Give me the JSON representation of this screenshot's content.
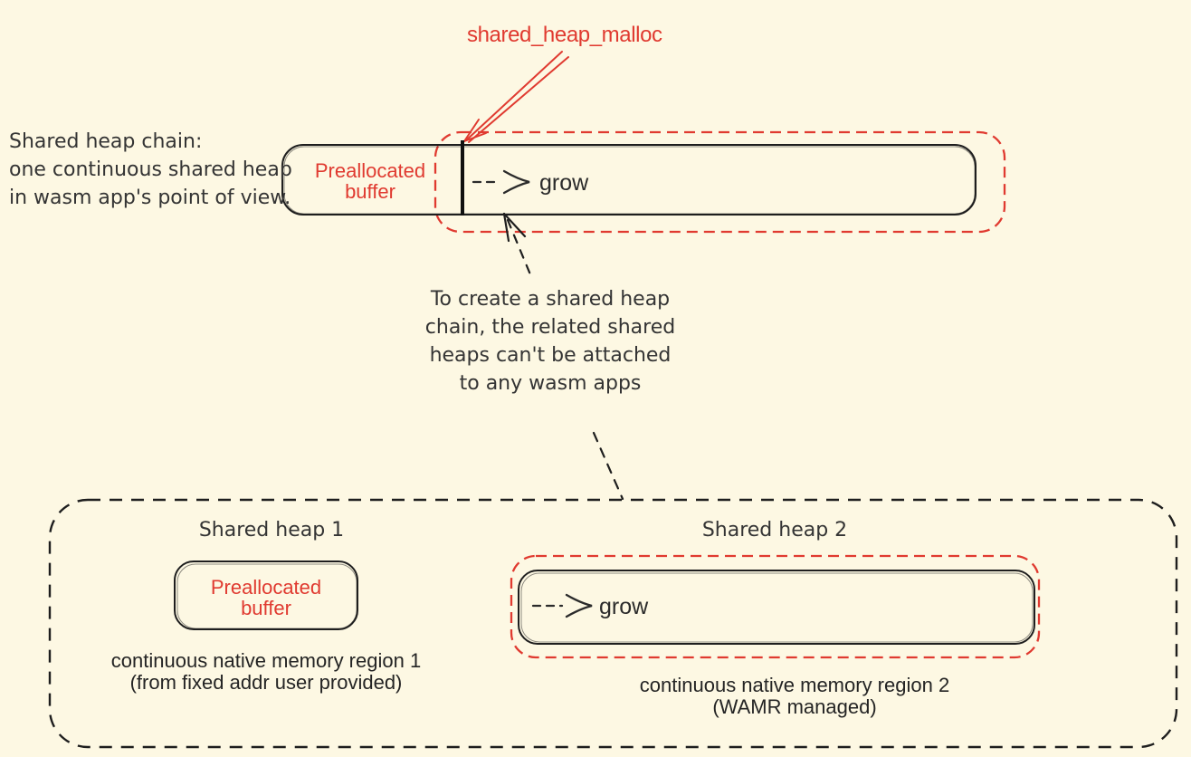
{
  "colors": {
    "background": "#fdf8e3",
    "ink": "#1e1e1e",
    "body_text": "#343434",
    "red_accent": "#e03a30"
  },
  "malloc_label": "shared_heap_malloc",
  "intro": {
    "lines": [
      "Shared heap chain:",
      "one continuous shared heap",
      "in wasm app's point of view."
    ]
  },
  "chain_diagram": {
    "prealloc": {
      "line1": "Preallocated",
      "line2": "buffer"
    },
    "grow_label": "grow"
  },
  "note": {
    "text": "To create a shared heap chain, the related shared heaps can't be attached to any wasm apps"
  },
  "heap1": {
    "title": "Shared heap 1",
    "prealloc": {
      "line1": "Preallocated",
      "line2": "buffer"
    },
    "caption": {
      "line1": "continuous native memory region 1",
      "line2": "(from fixed addr user provided)"
    }
  },
  "heap2": {
    "title": "Shared heap 2",
    "grow_label": "grow",
    "caption": {
      "line1": "continuous native memory region 2",
      "line2": "(WAMR managed)"
    }
  }
}
